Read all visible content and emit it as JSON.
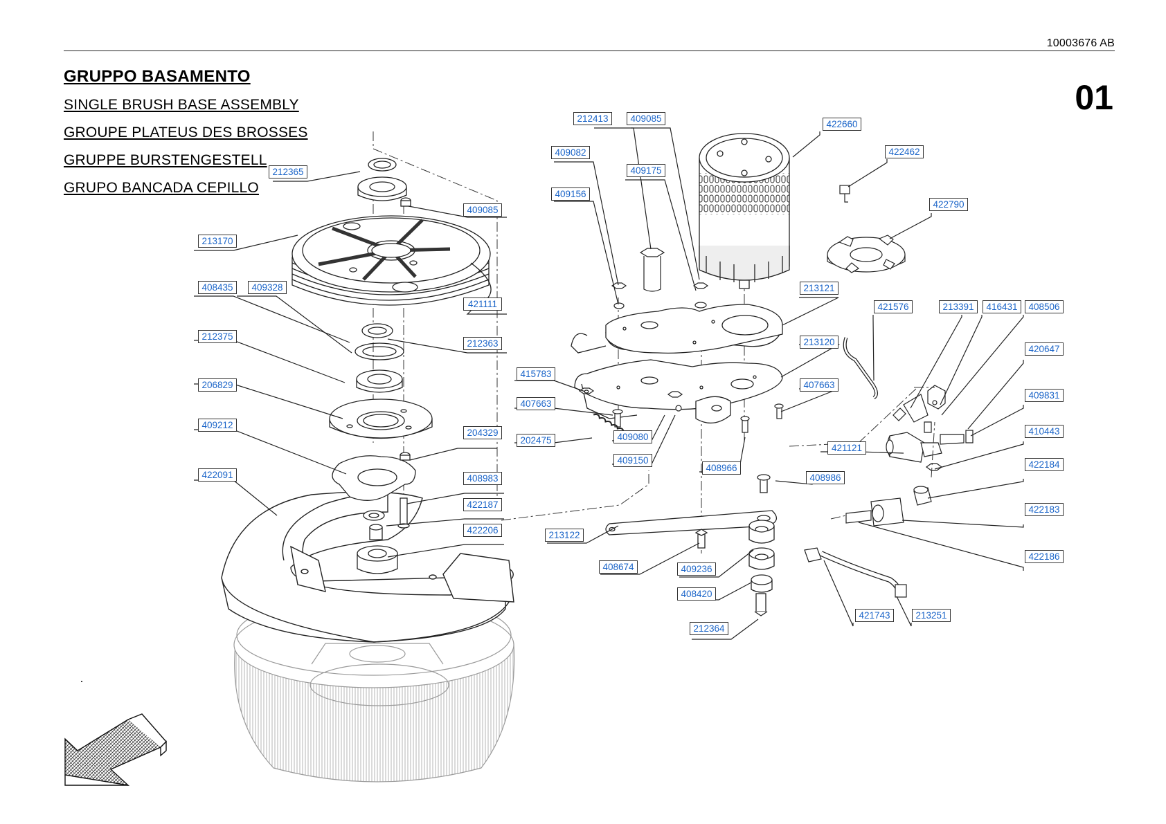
{
  "document": {
    "code": "10003676 AB",
    "page_number": "01",
    "title": "GRUPPO BASAMENTO",
    "subtitles": [
      "SINGLE BRUSH BASE ASSEMBLY",
      "GROUPE PLATEUS DES BROSSES",
      "GRUPPE BURSTENGESTELL",
      "GRUPO BANCADA CEPILLO"
    ]
  },
  "colors": {
    "link": "#1a64c8",
    "line": "#222222",
    "brush": "#9a9a9a"
  },
  "parts": [
    "212365",
    "409085",
    "213170",
    "421111",
    "408435",
    "409328",
    "212363",
    "212375",
    "206829",
    "204329",
    "409212",
    "408983",
    "422091",
    "422187",
    "422206",
    "212413",
    "409085",
    "422660",
    "409082",
    "409175",
    "422462",
    "409156",
    "422790",
    "213121",
    "421576",
    "213391",
    "416431",
    "408506",
    "213120",
    "420647",
    "415783",
    "407663",
    "407663",
    "409831",
    "202475",
    "409080",
    "410443",
    "421121",
    "409150",
    "408966",
    "422184",
    "408986",
    "213122",
    "422183",
    "422186",
    "408674",
    "409236",
    "408420",
    "421743",
    "213251",
    "212364"
  ]
}
